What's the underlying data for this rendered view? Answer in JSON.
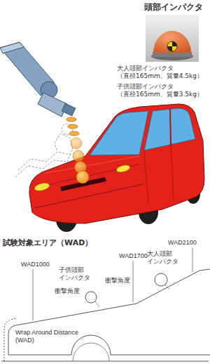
{
  "diagram": {
    "labels": [
      "頭部インパクタ",
      "大人頭部インパクタ （直径165mm、質量4.5kg）",
      "子供頭部インパクタ （直径165mm、質量3.5kg）",
      "試験対象エリア（WAD）",
      "WAD2100",
      "WAD1700",
      "大人頭部 インパクタ",
      "衝撃角度",
      "WAD1000",
      "子供頭部 インパクタ",
      "衝撃角度",
      "Wrap Around Distance (WAD)"
    ]
  }
}
